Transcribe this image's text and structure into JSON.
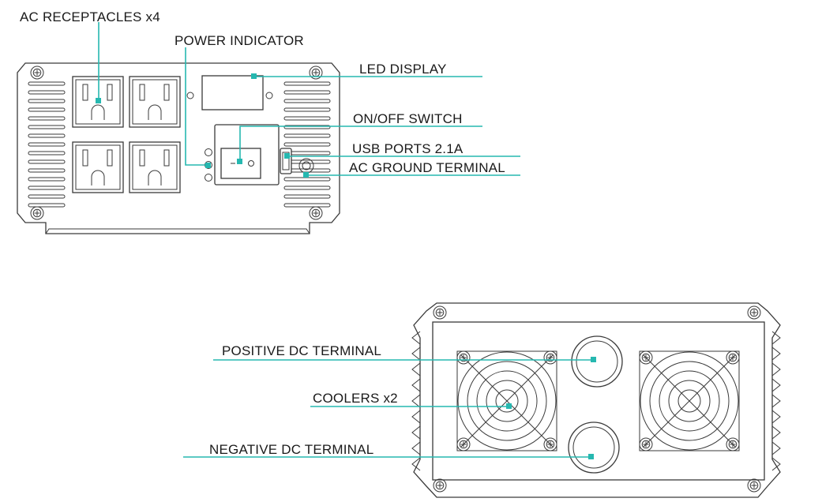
{
  "accent_color": "#26b8b0",
  "front_panel": {
    "labels": {
      "ac_receptacles": "AC RECEPTACLES x4",
      "power_indicator": "POWER INDICATOR",
      "led_display": "LED DISPLAY",
      "on_off_switch": "ON/OFF SWITCH",
      "usb_ports": "USB PORTS 2.1A",
      "ac_ground_terminal": "AC GROUND TERMINAL"
    }
  },
  "rear_panel": {
    "labels": {
      "positive_dc_terminal": "POSITIVE DC TERMINAL",
      "coolers": "COOLERS x2",
      "negative_dc_terminal": "NEGATIVE DC TERMINAL"
    }
  },
  "icons": [
    "screw-icon",
    "ac-outlet-icon",
    "fan-grille-icon",
    "rocker-switch-icon",
    "usb-port-icon"
  ]
}
